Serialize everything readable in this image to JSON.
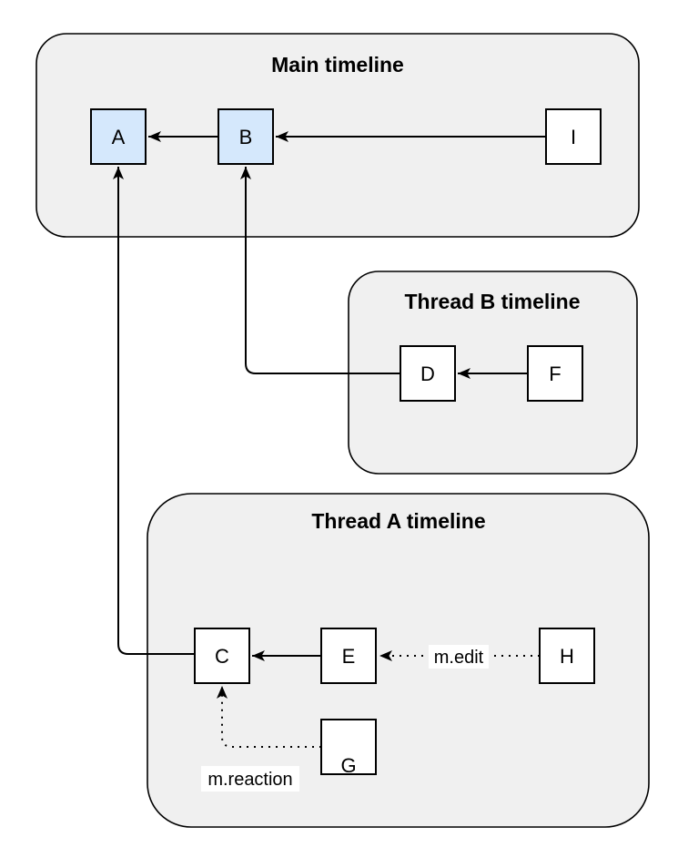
{
  "colors": {
    "group_fill": "#f0f0f0",
    "node_fill": "#ffffff",
    "highlight_fill": "#d5e8fc",
    "stroke": "#000000",
    "label_bg": "#ffffff"
  },
  "groups": {
    "main": {
      "title": "Main timeline"
    },
    "thread_b": {
      "title": "Thread B timeline"
    },
    "thread_a": {
      "title": "Thread A timeline"
    }
  },
  "nodes": {
    "a": {
      "label": "A",
      "highlighted": true
    },
    "b": {
      "label": "B",
      "highlighted": true
    },
    "i": {
      "label": "I",
      "highlighted": false
    },
    "d": {
      "label": "D",
      "highlighted": false
    },
    "f": {
      "label": "F",
      "highlighted": false
    },
    "c": {
      "label": "C",
      "highlighted": false
    },
    "e": {
      "label": "E",
      "highlighted": false
    },
    "h": {
      "label": "H",
      "highlighted": false
    },
    "g": {
      "label": "G",
      "highlighted": false
    }
  },
  "edge_labels": {
    "edit": "m.edit",
    "reaction": "m.reaction"
  },
  "edges": [
    {
      "from": "B",
      "to": "A",
      "style": "solid",
      "label": ""
    },
    {
      "from": "I",
      "to": "B",
      "style": "solid",
      "label": ""
    },
    {
      "from": "F",
      "to": "D",
      "style": "solid",
      "label": ""
    },
    {
      "from": "D",
      "to": "B",
      "style": "solid",
      "label": ""
    },
    {
      "from": "E",
      "to": "C",
      "style": "solid",
      "label": ""
    },
    {
      "from": "C",
      "to": "A",
      "style": "solid",
      "label": ""
    },
    {
      "from": "H",
      "to": "E",
      "style": "dotted",
      "label": "m.edit"
    },
    {
      "from": "G",
      "to": "C",
      "style": "dotted",
      "label": "m.reaction"
    }
  ]
}
